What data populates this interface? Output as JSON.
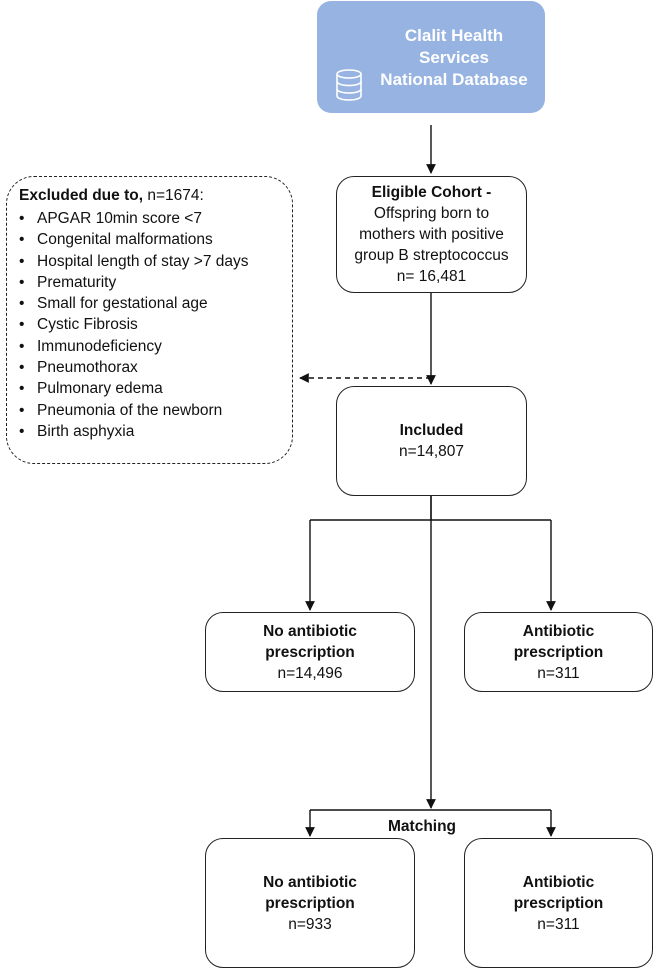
{
  "source": {
    "line1": "Clalit Health",
    "line2": "Services",
    "line3": "National Database",
    "icon": "database-icon",
    "color": "#96b3e2"
  },
  "eligible": {
    "title": "Eligible Cohort -",
    "line1": "Offspring born to",
    "line2": "mothers with positive",
    "line3": "group B streptococcus",
    "count": "n= 16,481"
  },
  "excluded": {
    "title": "Excluded due to,",
    "count": "n=1674:",
    "items": [
      "APGAR 10min score <7",
      "Congenital malformations",
      "Hospital length of stay >7 days",
      "Prematurity",
      "Small for gestational age",
      "Cystic Fibrosis",
      "Immunodeficiency",
      "Pneumothorax",
      "Pulmonary edema",
      "Pneumonia of the newborn",
      "Birth asphyxia"
    ]
  },
  "included": {
    "title": "Included",
    "count": "n=14,807"
  },
  "before_match": {
    "no_abx": {
      "line1": "No antibiotic",
      "line2": "prescription",
      "count": "n=14,496"
    },
    "abx": {
      "line1": "Antibiotic",
      "line2": "prescription",
      "count": "n=311"
    }
  },
  "matching_label": "Matching",
  "after_match": {
    "no_abx": {
      "line1": "No antibiotic",
      "line2": "prescription",
      "count": "n=933"
    },
    "abx": {
      "line1": "Antibiotic",
      "line2": "prescription",
      "count": "n=311"
    }
  }
}
